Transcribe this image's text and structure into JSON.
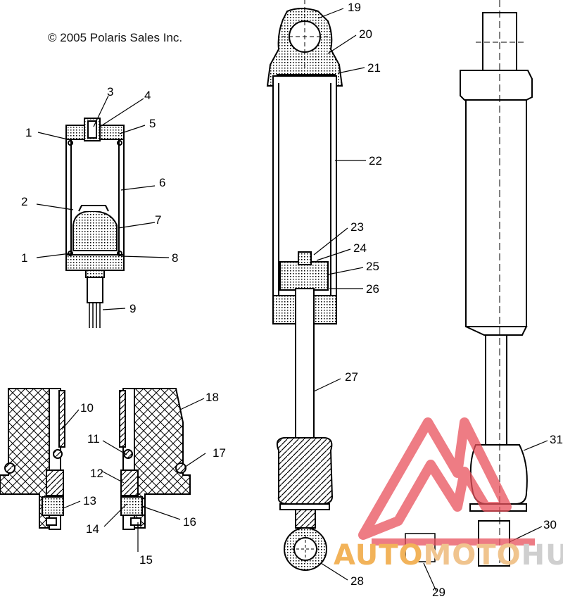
{
  "copyright": "© 2005 Polaris Sales Inc.",
  "watermark": {
    "brand_part1": "AUTO",
    "brand_part2": "MOTO",
    "brand_part3": "HUB",
    "colors": {
      "triangle": "#e8505b",
      "auto": "#f2b35a",
      "moto": "#f0c48e",
      "hub": "#cfcfcf"
    }
  },
  "callouts": [
    "1",
    "2",
    "3",
    "4",
    "5",
    "6",
    "7",
    "1",
    "8",
    "9",
    "10",
    "11",
    "12",
    "13",
    "14",
    "15",
    "16",
    "17",
    "18",
    "19",
    "20",
    "21",
    "22",
    "23",
    "24",
    "25",
    "26",
    "27",
    "28",
    "29",
    "30",
    "31"
  ],
  "line_color": "#000000"
}
